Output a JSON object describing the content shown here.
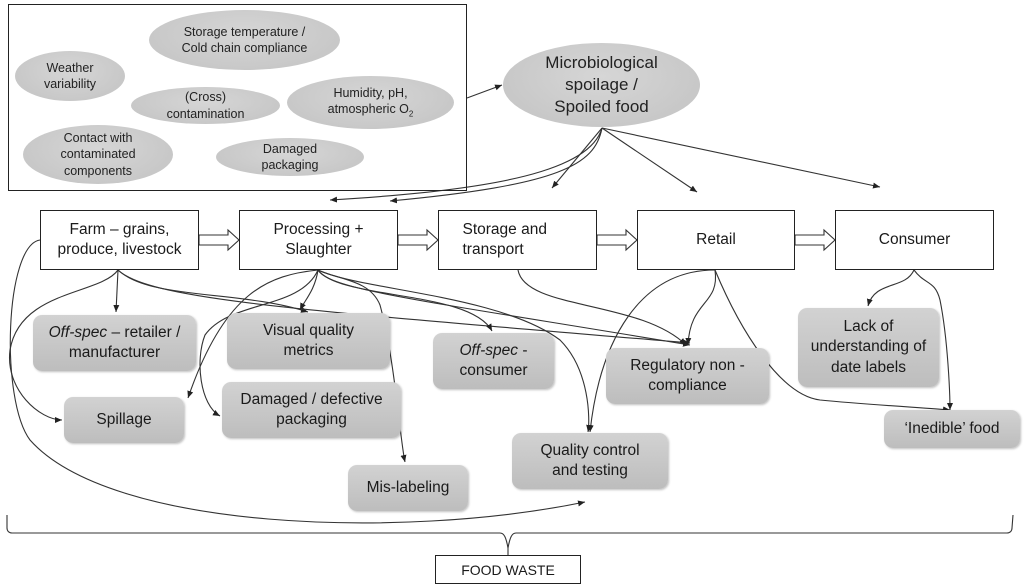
{
  "factors": {
    "storage_temp": "Storage temperature / Cold chain compliance",
    "weather": "Weather variability",
    "cross_contamination": "(Cross) contamination",
    "humidity_prefix": "Humidity, pH, atmospheric O",
    "humidity_sub": "2",
    "contact": "Contact with contaminated components",
    "damaged_packaging": "Damaged packaging"
  },
  "spoilage": "Microbiological spoilage / Spoiled food",
  "stages": [
    {
      "label": "Farm – grains, produce, livestock"
    },
    {
      "label": "Processing + Slaughter"
    },
    {
      "label": "Storage and transport"
    },
    {
      "label": "Retail"
    },
    {
      "label": "Consumer"
    }
  ],
  "causes": {
    "offspec_retailer_italic": "Off-spec",
    "offspec_retailer_rest": " – retailer / manufacturer",
    "spillage": "Spillage",
    "visual_quality": "Visual quality metrics",
    "damaged_defective": "Damaged / defective packaging",
    "offspec_consumer_italic": "Off-spec",
    "offspec_consumer_rest": " - consumer",
    "mislabeling": "Mis-labeling",
    "regulatory": "Regulatory non - compliance",
    "quality_control": "Quality control and testing",
    "date_labels": "Lack of understanding of date labels",
    "inedible": "‘Inedible’ food"
  },
  "food_waste": "FOOD WASTE"
}
